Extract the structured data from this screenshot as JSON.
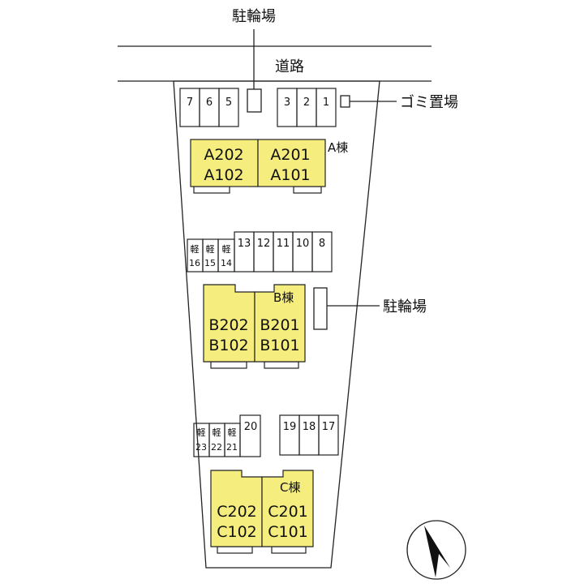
{
  "labels": {
    "road": "道路",
    "bike_parking_top": "駐輪場",
    "bike_parking_right": "駐輪場",
    "garbage": "ゴミ置場"
  },
  "buildings": {
    "A": {
      "name": "A棟",
      "units": [
        {
          "upper": "A202",
          "lower": "A102"
        },
        {
          "upper": "A201",
          "lower": "A101"
        }
      ]
    },
    "B": {
      "name": "B棟",
      "units": [
        {
          "upper": "B202",
          "lower": "B102"
        },
        {
          "upper": "B201",
          "lower": "B101"
        }
      ]
    },
    "C": {
      "name": "C棟",
      "units": [
        {
          "upper": "C202",
          "lower": "C102"
        },
        {
          "upper": "C201",
          "lower": "C101"
        }
      ]
    }
  },
  "parking": {
    "row1_left": [
      "7",
      "6",
      "5"
    ],
    "row1_right": [
      "3",
      "2",
      "1"
    ],
    "row2_light": [
      {
        "kind": "軽",
        "num": "16"
      },
      {
        "kind": "軽",
        "num": "15"
      },
      {
        "kind": "軽",
        "num": "14"
      }
    ],
    "row2_regular": [
      "13",
      "12",
      "11",
      "10",
      "8"
    ],
    "row3_light": [
      {
        "kind": "軽",
        "num": "23"
      },
      {
        "kind": "軽",
        "num": "22"
      },
      {
        "kind": "軽",
        "num": "21"
      }
    ],
    "row3_regular": [
      "20"
    ],
    "row3_right": [
      "19",
      "18",
      "17"
    ]
  },
  "colors": {
    "building_fill": "#f5ee7e",
    "line": "#222222"
  },
  "compass": {
    "icon": "north-arrow-icon"
  }
}
